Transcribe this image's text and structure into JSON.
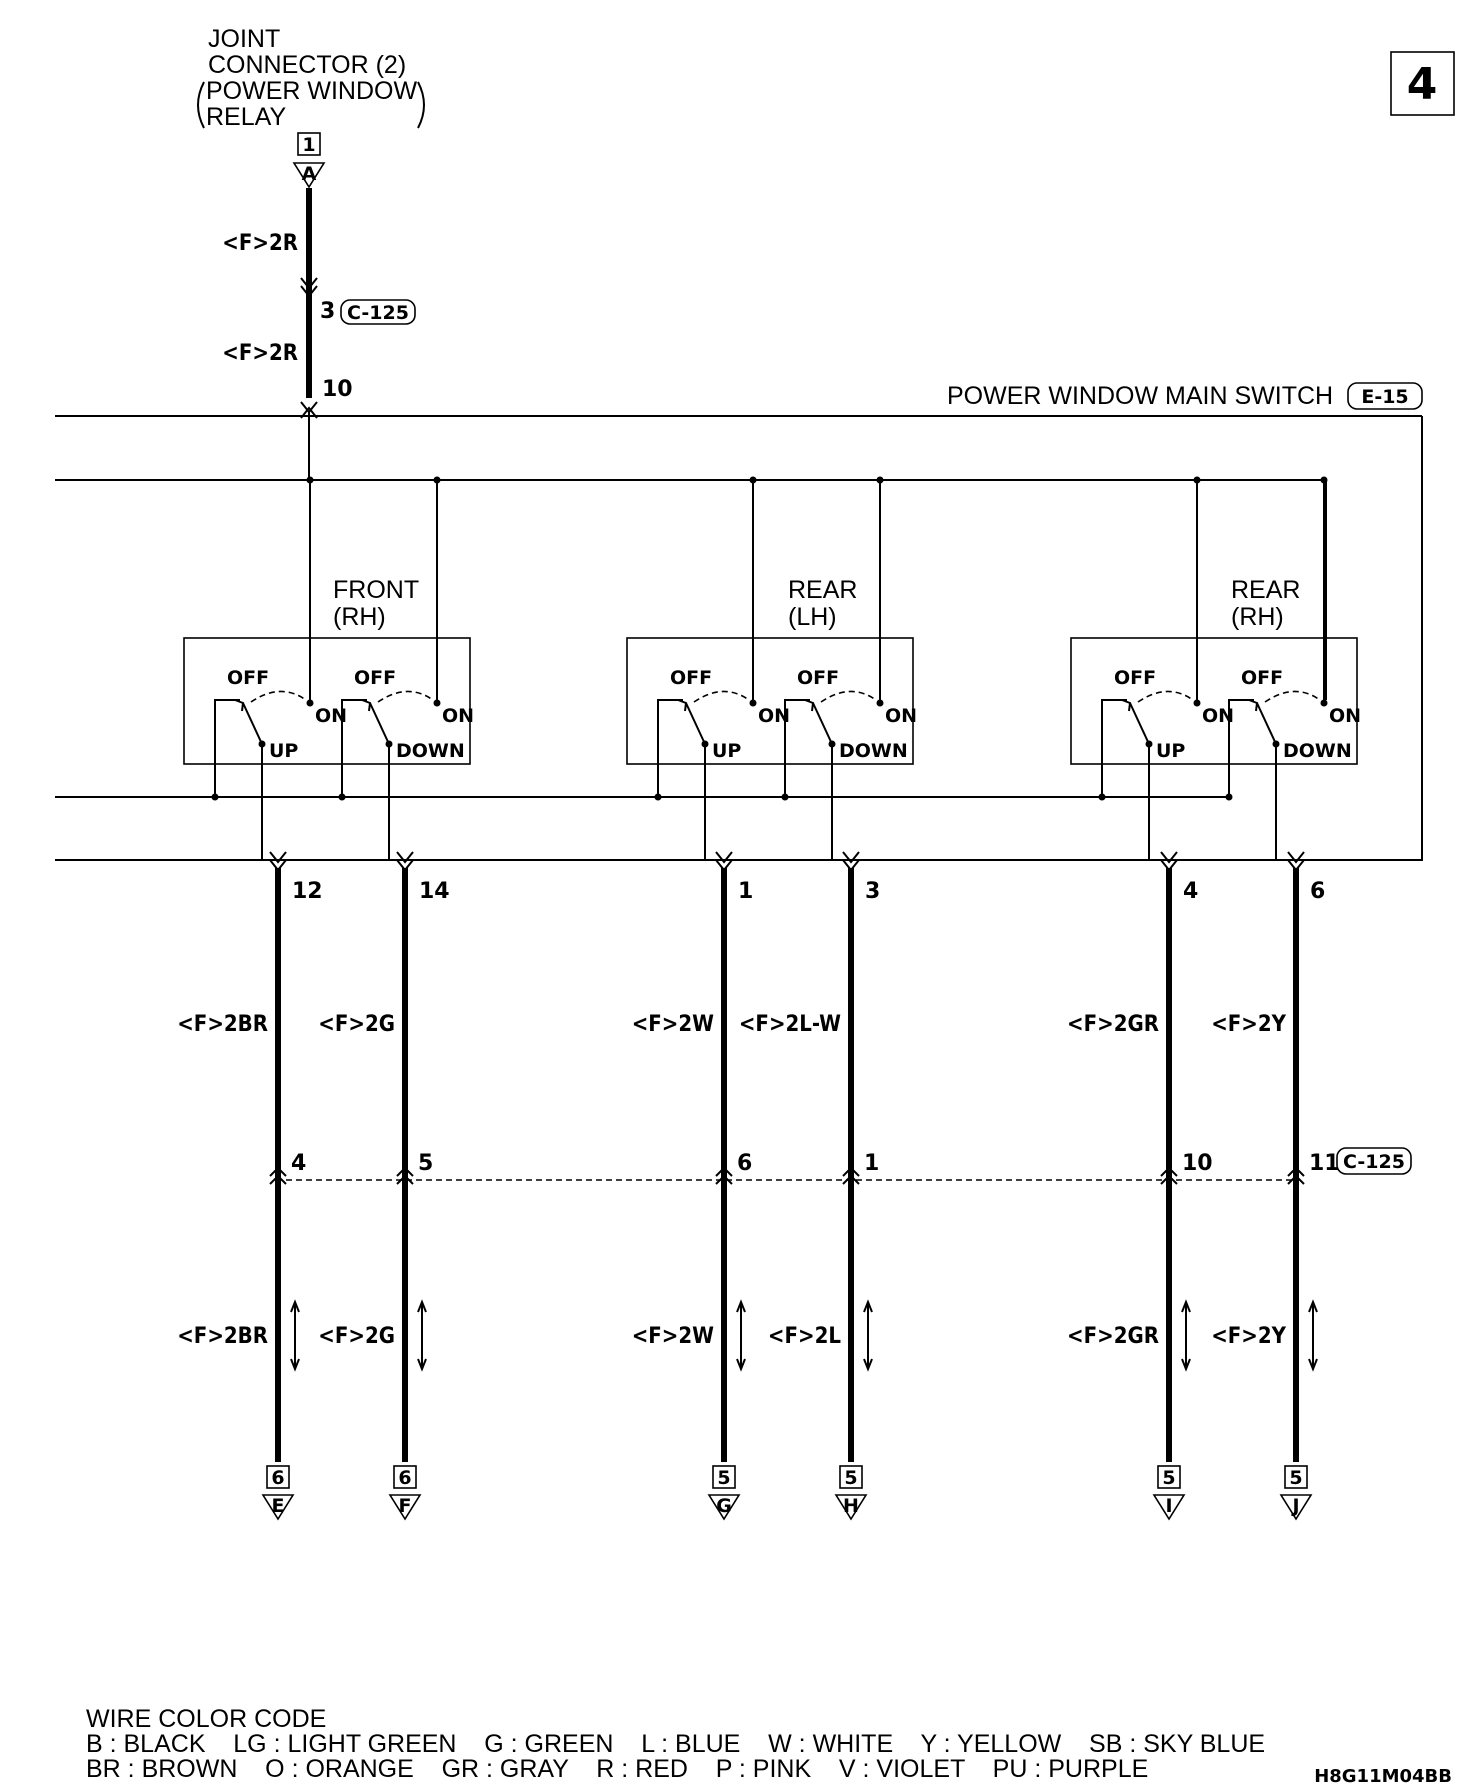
{
  "page_number": "4",
  "joint_connector": {
    "line1": "JOINT",
    "line2": "CONNECTOR (2)",
    "line3": "POWER WINDOW",
    "line4": "RELAY",
    "ref_number": "1",
    "ref_letter": "A"
  },
  "top_wire": {
    "color_upper": "<F>2R",
    "color_lower": "<F>2R",
    "pin_c125": "3",
    "pin_e15": "10"
  },
  "connector_c125": "C-125",
  "main_switch": {
    "label": "POWER WINDOW MAIN SWITCH",
    "connector": "E-15"
  },
  "switch_groups": [
    {
      "line1": "FRONT",
      "line2": "(RH)"
    },
    {
      "line1": "REAR",
      "line2": "(LH)"
    },
    {
      "line1": "REAR",
      "line2": "(RH)"
    }
  ],
  "switch_terms": {
    "off": "OFF",
    "on": "ON",
    "up": "UP",
    "down": "DOWN"
  },
  "wires": [
    {
      "pin_top": "12",
      "color_top": "<F>2BR",
      "pin_mid": "4",
      "color_bottom": "<F>2BR",
      "ref_number": "6",
      "ref_letter": "E"
    },
    {
      "pin_top": "14",
      "color_top": "<F>2G",
      "pin_mid": "5",
      "color_bottom": "<F>2G",
      "ref_number": "6",
      "ref_letter": "F"
    },
    {
      "pin_top": "1",
      "color_top": "<F>2W",
      "pin_mid": "6",
      "color_bottom": "<F>2W",
      "ref_number": "5",
      "ref_letter": "G"
    },
    {
      "pin_top": "3",
      "color_top": "<F>2L-W",
      "pin_mid": "1",
      "color_bottom": "<F>2L",
      "ref_number": "5",
      "ref_letter": "H"
    },
    {
      "pin_top": "4",
      "color_top": "<F>2GR",
      "pin_mid": "10",
      "color_bottom": "<F>2GR",
      "ref_number": "5",
      "ref_letter": "I"
    },
    {
      "pin_top": "6",
      "color_top": "<F>2Y",
      "pin_mid": "11",
      "color_bottom": "<F>2Y",
      "ref_number": "5",
      "ref_letter": "J"
    }
  ],
  "legend": {
    "title": "WIRE COLOR CODE",
    "row1": "B : BLACK    LG : LIGHT GREEN    G : GREEN    L : BLUE    W : WHITE    Y : YELLOW    SB : SKY BLUE",
    "row2": "BR : BROWN    O : ORANGE    GR : GRAY    R : RED    P : PINK    V : VIOLET    PU : PURPLE"
  },
  "diagram_code": "H8G11M04BB"
}
